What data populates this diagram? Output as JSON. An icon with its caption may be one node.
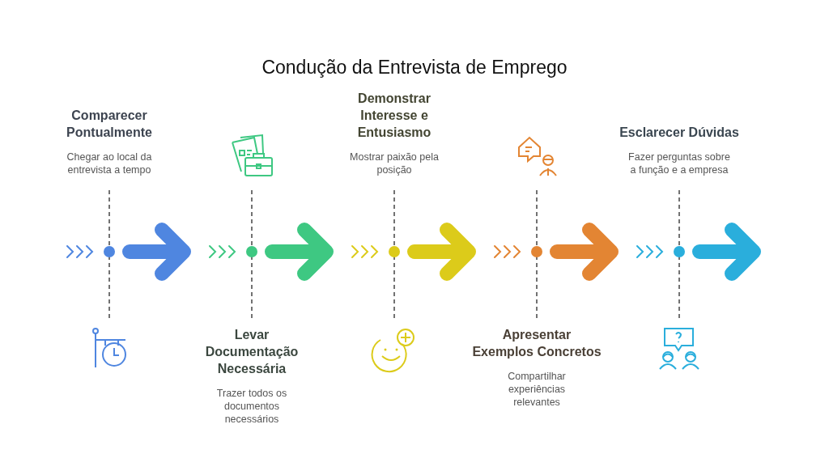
{
  "diagram": {
    "title": "Condução da Entrevista de Emprego",
    "nodes": [
      {
        "text": [
          "Comparecer Pontualmente",
          "Chegar ao local da entrevista a tempo"
        ]
      },
      {
        "text": [
          "Levar Documentação Necessária",
          "Trazer todos os documentos necessários"
        ]
      },
      {
        "text": [
          "Demonstrar Interesse e Entusiasmo",
          "Mostrar paixão pela posição"
        ]
      },
      {
        "text": [
          "Apresentar Exemplos Concretos",
          "Compartilhar experiências relevantes"
        ]
      },
      {
        "text": [
          "Esclarecer Dúvidas",
          "Fazer perguntas sobre a função e a empresa"
        ]
      }
    ]
  }
}
